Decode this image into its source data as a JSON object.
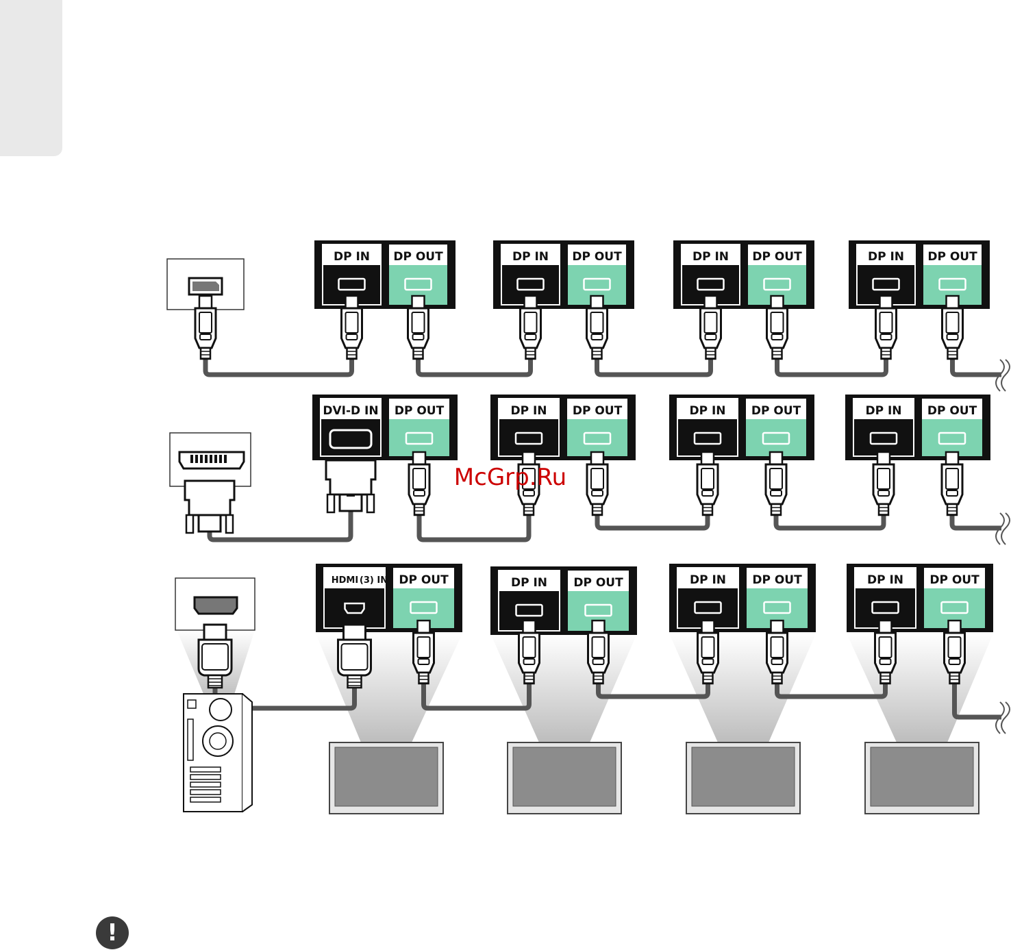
{
  "page": {
    "watermark": "McGrp.Ru",
    "note_icon_glyph": "!"
  },
  "labels": {
    "dp_in": "DP IN",
    "dp_out": "DP OUT",
    "dvi_in": "DVI-D IN",
    "hdmi_in": "(3) IN",
    "hdmi_logo": "HDMI"
  },
  "rows": [
    {
      "name": "dp-chain",
      "source": "displayport",
      "first_input": "dp_in"
    },
    {
      "name": "dvi-chain",
      "source": "dvi",
      "first_input": "dvi_in"
    },
    {
      "name": "hdmi-chain",
      "source": "hdmi",
      "first_input": "hdmi_in"
    }
  ],
  "colors": {
    "port_black": "#111111",
    "port_green": "#7dd3b0",
    "cable": "#555555",
    "side_tab": "#e9e9e9",
    "watermark": "#cc0000",
    "monitor_frame": "#e6e6e6",
    "monitor_screen": "#8c8c8c"
  },
  "icons": [
    "pc-tower-icon",
    "monitor-icon",
    "dp-plug-icon",
    "dvi-plug-icon",
    "hdmi-plug-icon",
    "note-icon"
  ]
}
